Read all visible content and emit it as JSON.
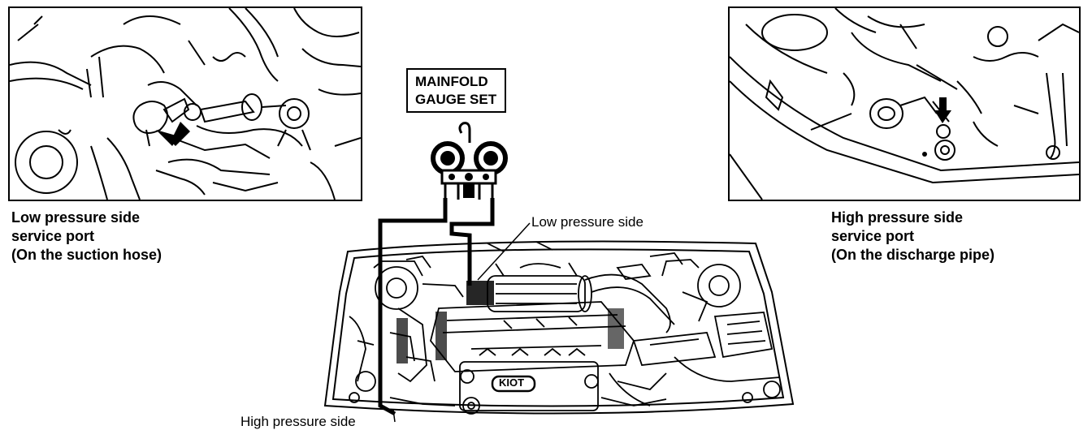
{
  "title": {
    "line1": "MAINFOLD",
    "line2": "GAUGE SET"
  },
  "labels": {
    "low_pressure_side": "Low pressure side",
    "high_pressure_side": "High pressure side"
  },
  "left_caption": {
    "line1": "Low pressure side",
    "line2": "service port",
    "line3": "(On the suction hose)"
  },
  "right_caption": {
    "line1": "High pressure side",
    "line2": "service port",
    "line3": "(On the discharge pipe)"
  },
  "engine_emblem": "KIOT",
  "icons": {
    "left_arrow": "arrow-icon",
    "right_arrow": "arrow-down-icon",
    "gauge_hook": "hook-icon"
  },
  "colors": {
    "line": "#000000",
    "background": "#ffffff"
  }
}
